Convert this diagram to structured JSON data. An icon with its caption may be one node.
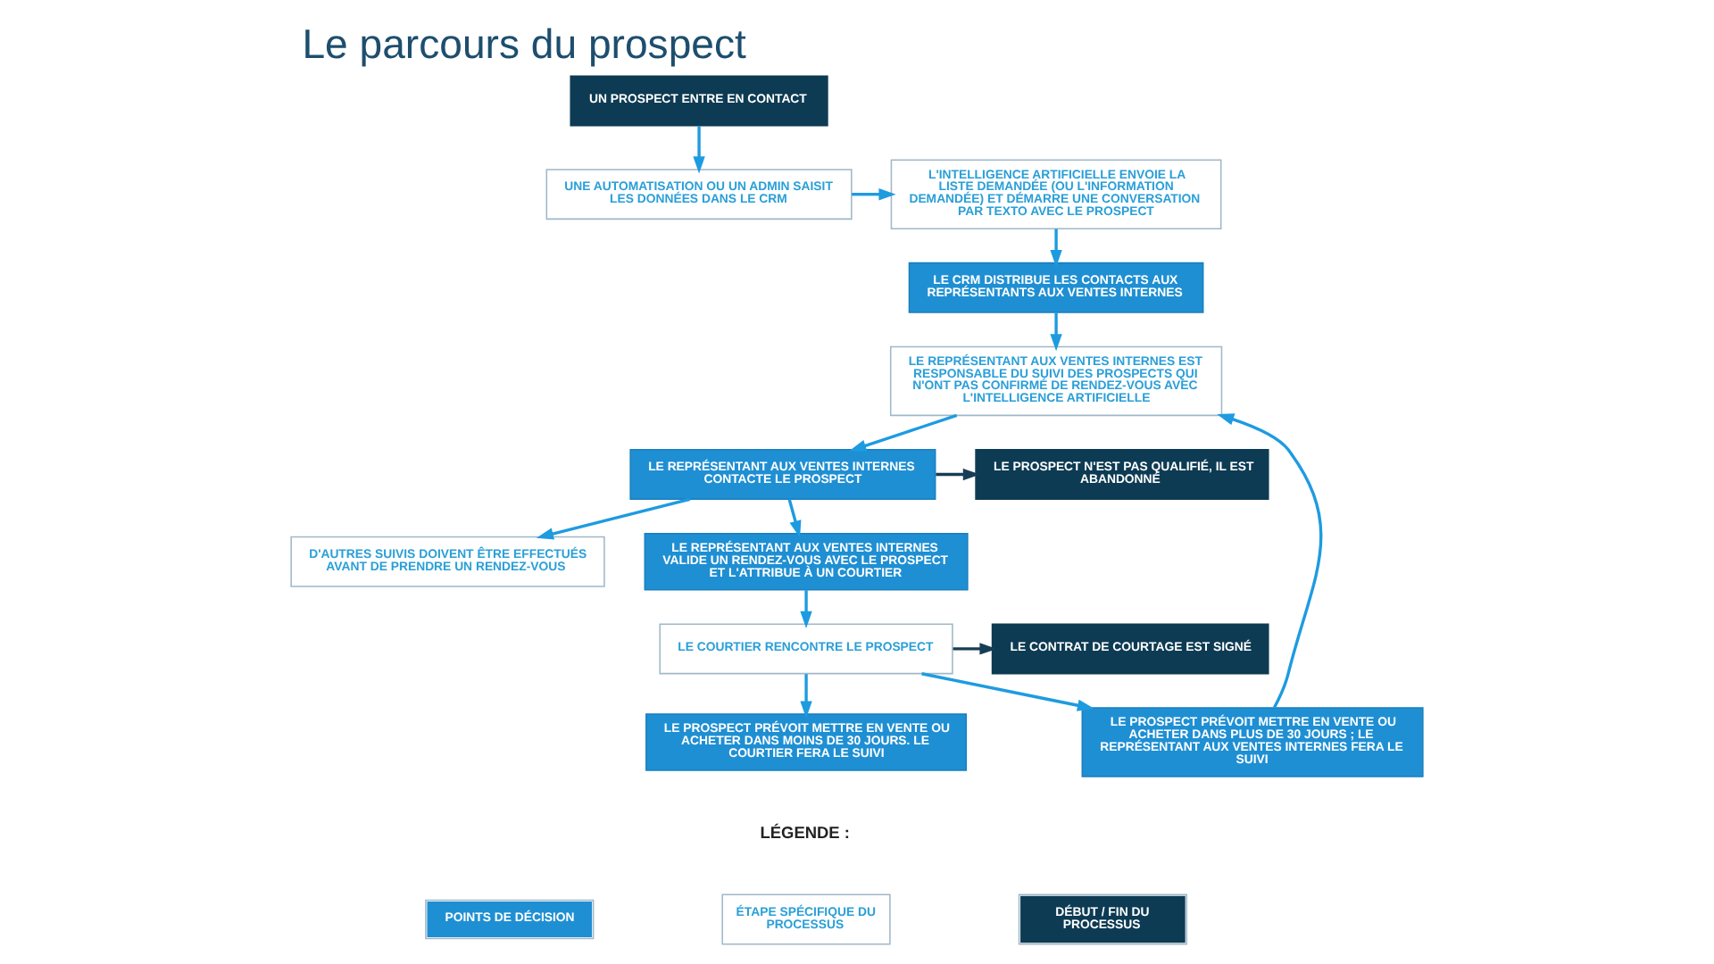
{
  "diagram": {
    "title": "Le parcours du prospect",
    "nodes": [
      {
        "text": [
          "UN PROSPECT ENTRE EN CONTACT"
        ]
      },
      {
        "text": [
          "UNE AUTOMATISATION OU UN ADMIN SAISIT LES DONNÉES DANS LE CRM"
        ]
      },
      {
        "text": [
          "L'INTELLIGENCE ARTIFICIELLE ENVOIE LA LISTE DEMANDÉE (OU L'INFORMATION DEMANDÉE) ET DÉMARRE UNE CONVERSATION PAR TEXTO AVEC LE PROSPECT"
        ]
      },
      {
        "text": [
          "LE CRM DISTRIBUE LES CONTACTS AUX REPRÉSENTANTS AUX VENTES INTERNES"
        ]
      },
      {
        "text": [
          "LE REPRÉSENTANT AUX VENTES INTERNES EST RESPONSABLE DU SUIVI DES PROSPECTS QUI N'ONT PAS CONFIRMÉ DE RENDEZ-VOUS AVEC L'INTELLIGENCE ARTIFICIELLE"
        ]
      },
      {
        "text": [
          "LE PROSPECT N'EST PAS QUALIFIÉ, IL EST ABANDONNÉ"
        ]
      },
      {
        "text": [
          "LE REPRÉSENTANT AUX VENTES INTERNES CONTACTE LE PROSPECT"
        ]
      },
      {
        "text": [
          "D'AUTRES SUIVIS DOIVENT ÊTRE EFFECTUÉS AVANT DE PRENDRE UN RENDEZ-VOUS"
        ]
      },
      {
        "text": [
          "LE REPRÉSENTANT AUX VENTES INTERNES VALIDE UN RENDEZ-VOUS AVEC LE PROSPECT ET L'ATTRIBUE À UN COURTIER"
        ]
      },
      {
        "text": [
          "LE CONTRAT DE COURTAGE EST SIGNÉ"
        ]
      },
      {
        "text": [
          "LE COURTIER RENCONTRE LE PROSPECT"
        ]
      },
      {
        "text": [
          "LE PROSPECT PRÉVOIT METTRE EN VENTE OU ACHETER DANS PLUS DE 30 JOURS ; LE REPRÉSENTANT AUX VENTES INTERNES FERA LE SUIVI"
        ]
      },
      {
        "text": [
          "LE PROSPECT PRÉVOIT METTRE EN VENTE OU ACHETER DANS MOINS DE 30 JOURS. LE COURTIER FERA LE SUIVI"
        ]
      }
    ],
    "edges": [
      {
        "from": 0,
        "to": 1,
        "arrow": "to"
      },
      {
        "from": 1,
        "to": 2,
        "arrow": "to"
      },
      {
        "from": 2,
        "to": 3,
        "arrow": "to"
      },
      {
        "from": 3,
        "to": 4,
        "arrow": "to"
      },
      {
        "from": 4,
        "to": 6,
        "arrow": "to"
      },
      {
        "from": 6,
        "to": 5,
        "arrow": "to",
        "color": "#163d55"
      },
      {
        "from": 6,
        "to": 7,
        "arrow": "to"
      },
      {
        "from": 6,
        "to": 8,
        "arrow": "to"
      },
      {
        "from": 8,
        "to": 10,
        "arrow": "to"
      },
      {
        "from": 10,
        "to": 9,
        "arrow": "to",
        "color": "#163d55"
      },
      {
        "from": 10,
        "to": 11,
        "arrow": "to"
      },
      {
        "from": 10,
        "to": 12,
        "arrow": "to"
      },
      {
        "from": 11,
        "to": 4,
        "arrow": "to"
      }
    ],
    "labels": [
      "LÉGENDE :"
    ],
    "legend": [
      {
        "text": "POINTS DE DÉCISION",
        "color": "#1f8fd3"
      },
      {
        "text": "ÉTAPE SPÉCIFIQUE DU PROCESSUS",
        "color": "#ffffff"
      },
      {
        "text": "DÉBUT / FIN DU PROCESSUS",
        "color": "#0d3b53"
      }
    ]
  }
}
